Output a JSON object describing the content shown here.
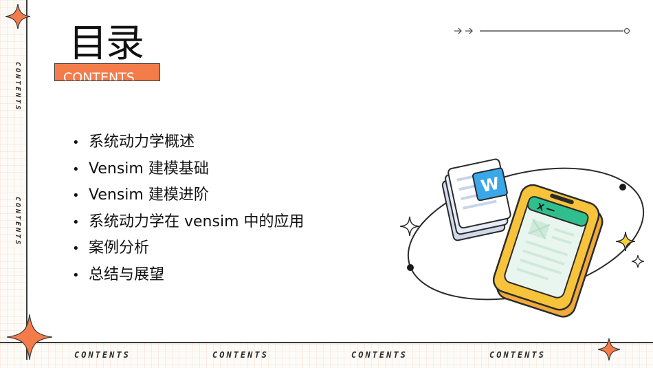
{
  "title": "目录",
  "subtitle": "CONTENTS",
  "side_labels": [
    "CONTENTS",
    "CONTENTS"
  ],
  "bottom_labels": [
    "CONTENTS",
    "CONTENTS",
    "CONTENTS",
    "CONTENTS"
  ],
  "toc_items": [
    "系统动力学概述",
    "Vensim 建模基础",
    "Vensim 建模进阶",
    "系统动力学在 vensim 中的应用",
    "案例分析",
    "总结与展望"
  ],
  "illustration": {
    "word_icon_letter": "W",
    "excel_icon_label": "X"
  },
  "colors": {
    "accent_orange": "#f47c4a",
    "word_blue": "#3aa7e8",
    "phone_yellow": "#f6c33b",
    "screen_green": "#2fbf8f"
  }
}
